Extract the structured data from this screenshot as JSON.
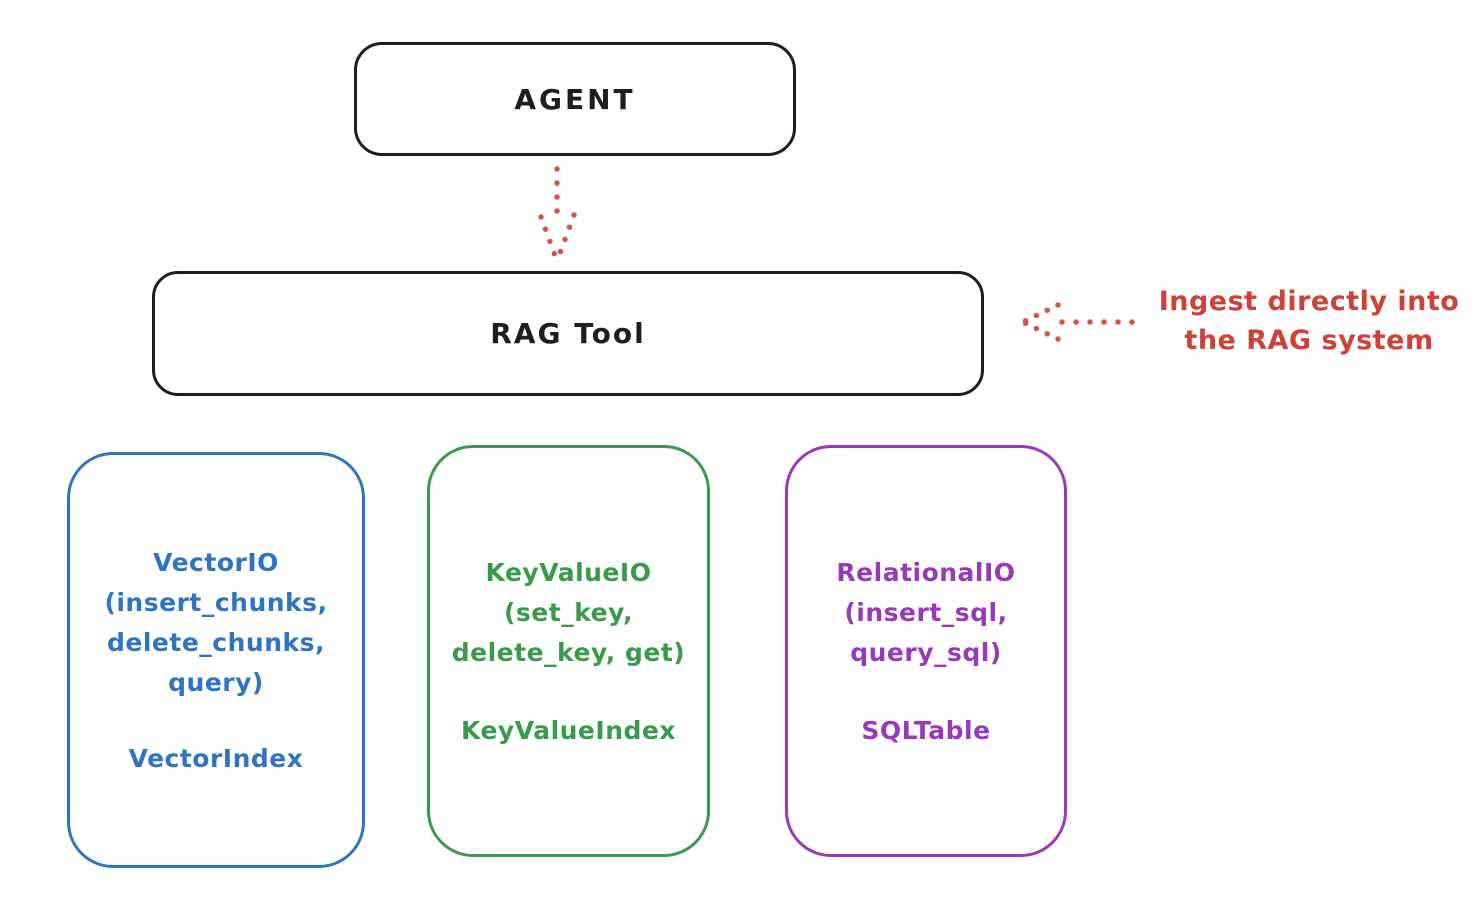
{
  "nodes": {
    "agent": {
      "label": "AGENT",
      "stroke_color": "#1e1e1e"
    },
    "rag_tool": {
      "label": "RAG Tool",
      "stroke_color": "#1e1e1e"
    },
    "vector_io": {
      "lines": [
        "VectorIO",
        "(insert_chunks,",
        "delete_chunks,",
        "query)"
      ],
      "index_label": "VectorIndex",
      "stroke_color": "#2f74c4"
    },
    "key_value_io": {
      "lines": [
        "KeyValueIO",
        "(set_key,",
        "delete_key, get)"
      ],
      "index_label": "KeyValueIndex",
      "stroke_color": "#389a4a"
    },
    "relational_io": {
      "lines": [
        "RelationalIO",
        "(insert_sql,",
        "query_sql)"
      ],
      "index_label": "SQLTable",
      "stroke_color": "#9639bb"
    }
  },
  "annotation": {
    "line1": "Ingest directly into",
    "line2": "the RAG system",
    "color": "#cf4038"
  },
  "arrows": {
    "agent_to_rag_tool": {
      "style": "dotted",
      "direction": "down",
      "color": "#d4544b"
    },
    "annotation_to_rag_tool": {
      "style": "dotted",
      "direction": "left",
      "color": "#d4544b"
    }
  }
}
